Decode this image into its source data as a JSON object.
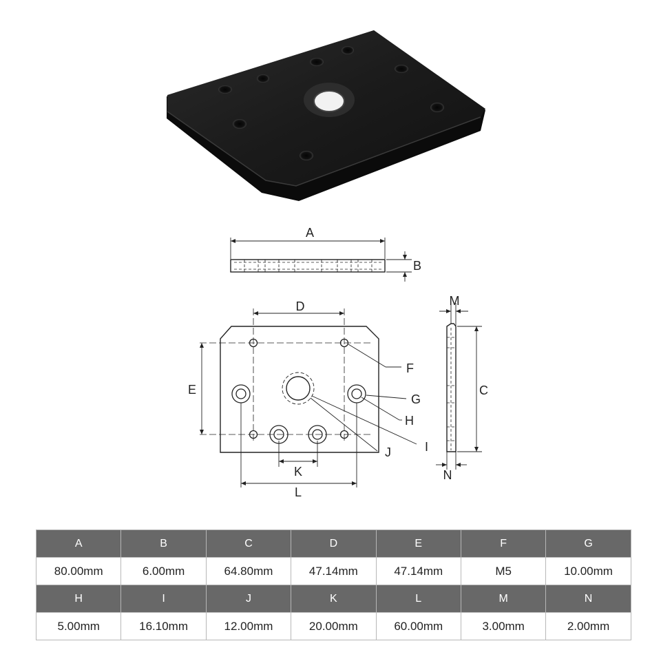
{
  "diagram": {
    "labels": {
      "A": "A",
      "B": "B",
      "C": "C",
      "D": "D",
      "E": "E",
      "F": "F",
      "G": "G",
      "H": "H",
      "I": "I",
      "J": "J",
      "K": "K",
      "L": "L",
      "M": "M",
      "N": "N"
    }
  },
  "spec_table": {
    "rows": [
      {
        "headers": [
          "A",
          "B",
          "C",
          "D",
          "E",
          "F",
          "G"
        ],
        "values": [
          "80.00mm",
          "6.00mm",
          "64.80mm",
          "47.14mm",
          "47.14mm",
          "M5",
          "10.00mm"
        ]
      },
      {
        "headers": [
          "H",
          "I",
          "J",
          "K",
          "L",
          "M",
          "N"
        ],
        "values": [
          "5.00mm",
          "16.10mm",
          "12.00mm",
          "20.00mm",
          "60.00mm",
          "3.00mm",
          "2.00mm"
        ]
      }
    ]
  },
  "colors": {
    "plate": "#141414",
    "header_bg": "#686868",
    "header_text": "#ffffff",
    "line": "#222222"
  }
}
